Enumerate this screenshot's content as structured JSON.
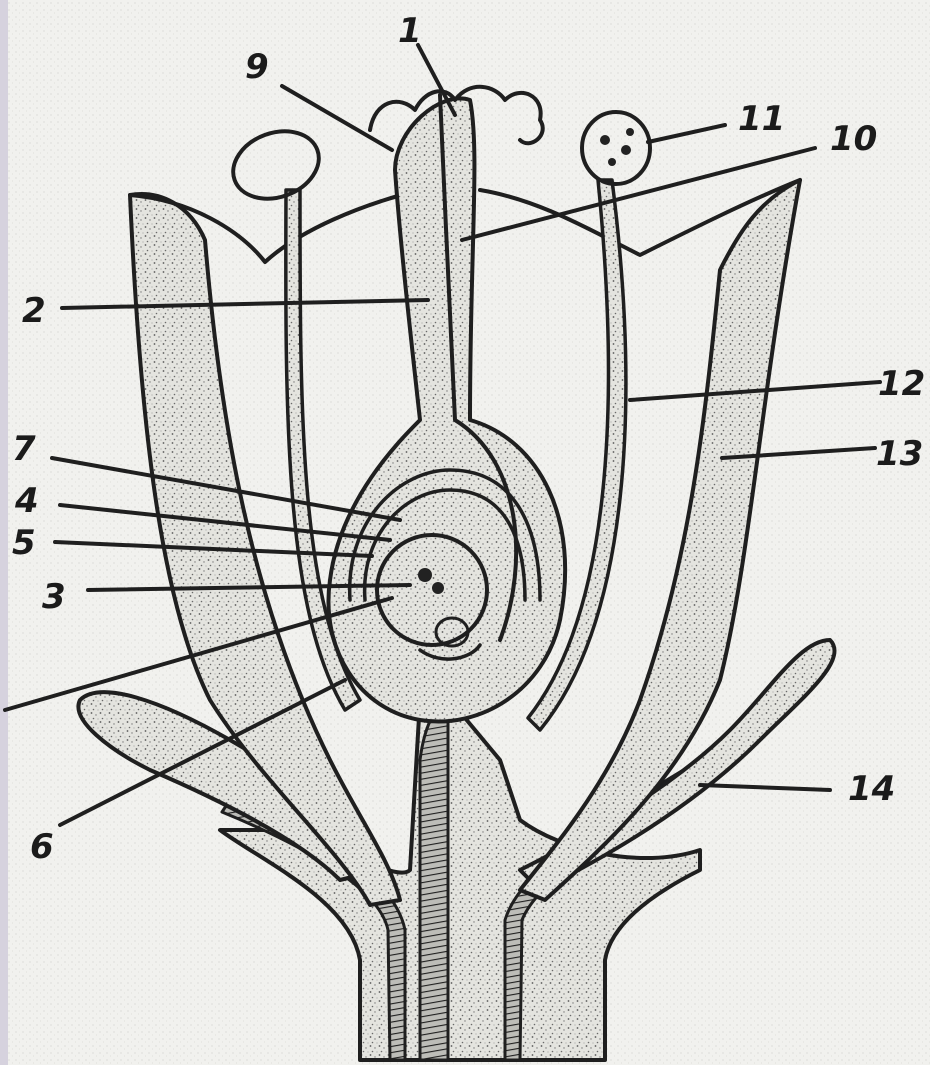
{
  "diagram": {
    "labels": [
      "1",
      "2",
      "3",
      "4",
      "5",
      "6",
      "7",
      "9",
      "10",
      "11",
      "12",
      "13",
      "14"
    ]
  }
}
